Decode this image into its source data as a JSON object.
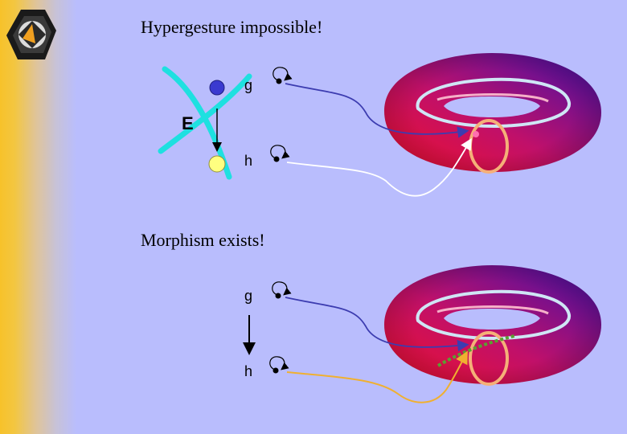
{
  "slide": {
    "title_top": "Hypergesture impossible!",
    "title_bottom": "Morphism exists!"
  },
  "diagram_top": {
    "node_g": "g",
    "node_h": "h",
    "curve_label": "E"
  },
  "diagram_bottom": {
    "node_g": "g",
    "node_h": "h"
  },
  "colors": {
    "background": "#b9bdfd",
    "sidebar_yellow": "#f7c22a",
    "cyan_cross": "#1ee0e0",
    "node_blue": "#3a3ad0",
    "node_yellow": "#ffff80",
    "arrow_blue": "#3c3cb0",
    "arrow_white": "#ffffff",
    "arrow_orange": "#f0b030",
    "torus_red": "#e0103a",
    "torus_purple": "#4a10a0",
    "loop_light_blue": "#cfe6f5",
    "loop_peach": "#f5b078",
    "dashed_green": "#5aa030"
  }
}
